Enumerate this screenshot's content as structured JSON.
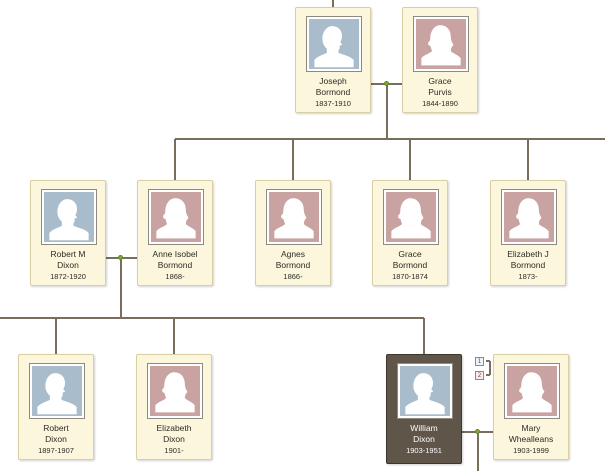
{
  "people": {
    "joseph": {
      "first": "Joseph",
      "last": "Bormond",
      "dates": "1837-1910",
      "sex": "male"
    },
    "grace_p": {
      "first": "Grace",
      "last": "Purvis",
      "dates": "1844-1890",
      "sex": "female"
    },
    "robert_m": {
      "first": "Robert M",
      "last": "Dixon",
      "dates": "1872-1920",
      "sex": "male"
    },
    "anne": {
      "first": "Anne Isobel",
      "last": "Bormond",
      "dates": "1868-",
      "sex": "female"
    },
    "agnes": {
      "first": "Agnes",
      "last": "Bormond",
      "dates": "1866-",
      "sex": "female"
    },
    "grace_b": {
      "first": "Grace",
      "last": "Bormond",
      "dates": "1870-1874",
      "sex": "female"
    },
    "elizabeth_j": {
      "first": "Elizabeth J",
      "last": "Bormond",
      "dates": "1873-",
      "sex": "female"
    },
    "robert": {
      "first": "Robert",
      "last": "Dixon",
      "dates": "1897-1907",
      "sex": "male"
    },
    "elizabeth": {
      "first": "Elizabeth",
      "last": "Dixon",
      "dates": "1901-",
      "sex": "female"
    },
    "william": {
      "first": "William",
      "last": "Dixon",
      "dates": "1903-1951",
      "sex": "male"
    },
    "mary": {
      "first": "Mary",
      "last": "Whealleans",
      "dates": "1903-1999",
      "sex": "female"
    }
  },
  "spouse_buttons": {
    "first": "1",
    "second": "2"
  },
  "colors": {
    "card_bg": "#fbf6dc",
    "selected_card_bg": "#5f5548",
    "male_photo": "#a9bccb",
    "female_photo": "#c9a3a1",
    "connector": "#7a6d5c",
    "marriage_dot": "#7fa83a"
  },
  "icons": {
    "male": "male-silhouette-icon",
    "female": "female-silhouette-icon"
  }
}
